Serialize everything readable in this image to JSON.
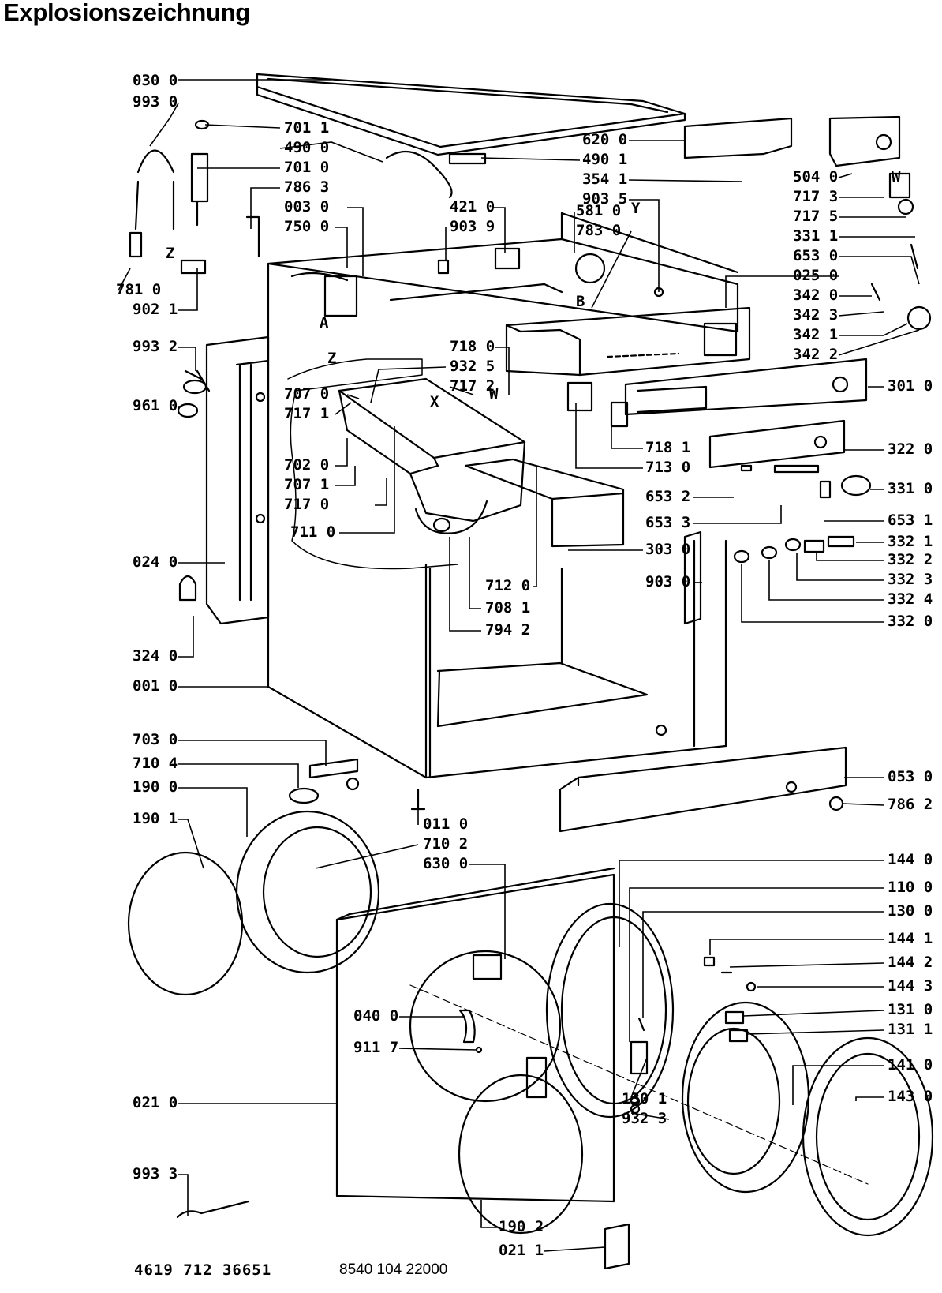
{
  "title": "Explosionszeichnung",
  "footer": {
    "left_code": "4619 712 36651",
    "right_code": "8540 104 22000"
  },
  "markers": [
    "Z",
    "Z",
    "A",
    "B",
    "X",
    "W",
    "W",
    "Y"
  ],
  "callouts": [
    "030 0",
    "993 0",
    "701 1",
    "490 0",
    "701 0",
    "786 3",
    "003 0",
    "750 0",
    "781 0",
    "902 1",
    "993 2",
    "961 0",
    "707 0",
    "717 1",
    "702 0",
    "707 1",
    "717 0",
    "711 0",
    "024 0",
    "324 0",
    "001 0",
    "703 0",
    "710 4",
    "190 0",
    "190 1",
    "040 0",
    "911 7",
    "021 0",
    "993 3",
    "932 5",
    "717 2",
    "718 0",
    "421 0",
    "903 9",
    "581 0",
    "783 0",
    "620 0",
    "490 1",
    "354 1",
    "903 5",
    "718 1",
    "713 0",
    "653 2",
    "653 3",
    "303 0",
    "712 0",
    "708 1",
    "794 2",
    "903 0",
    "011 0",
    "710 2",
    "630 0",
    "130 1",
    "932 3",
    "190 2",
    "021 1",
    "504 0",
    "717 3",
    "717 5",
    "331 1",
    "653 0",
    "025 0",
    "342 0",
    "342 3",
    "342 1",
    "342 2",
    "301 0",
    "322 0",
    "331 0",
    "653 1",
    "332 1",
    "332 2",
    "332 3",
    "332 4",
    "332 0",
    "053 0",
    "786 2",
    "144 0",
    "110 0",
    "130 0",
    "144 1",
    "144 2",
    "144 3",
    "131 0",
    "131 1",
    "141 0",
    "143 0"
  ]
}
